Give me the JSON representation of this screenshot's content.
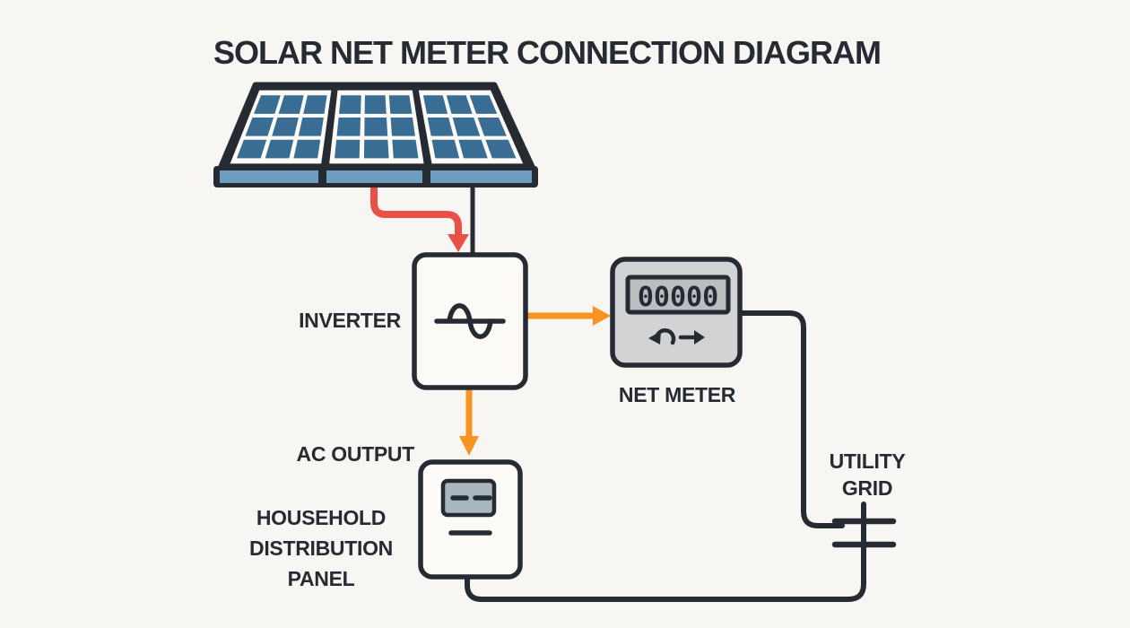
{
  "page": {
    "title": "SOLAR NET METER CONNECTION DIAGRAM"
  },
  "labels": {
    "inverter": "INVERTER",
    "net_meter": "NET METER",
    "ac_output": "AC OUTPUT",
    "household_panel": "HOUSEHOLD\nDISTRIBUTION\nPANEL",
    "utility_grid": "UTILITY\nGRID"
  },
  "meter": {
    "reading": "00000",
    "icons": [
      "u-turn-left-arrow",
      "right-arrow"
    ]
  },
  "components": {
    "solar_array": {
      "panels": 3,
      "cells_per_panel": "3x3"
    },
    "inverter_icon": "sine-wave",
    "utility_grid_icon": "double-bar-grid-symbol"
  },
  "colors": {
    "background": "#f7f6f2",
    "ink": "#262b33",
    "solar_cell_blue": "#3a6d94",
    "solar_edge_blue": "#6d9dc0",
    "dc_wire_red": "#e85048",
    "ac_wire_orange": "#f79422",
    "meter_body_gray": "#d2d3d5",
    "meter_display_gray": "#bbbec0",
    "breaker_gray": "#a9b6bf",
    "box_fill": "#fcfbf8"
  }
}
